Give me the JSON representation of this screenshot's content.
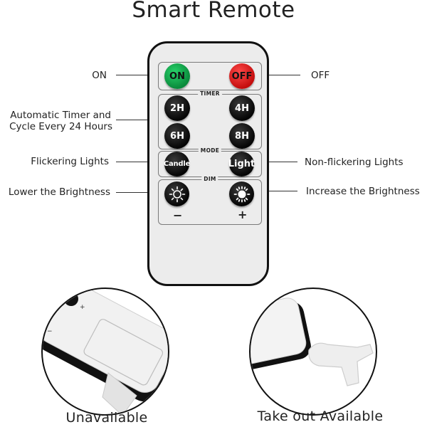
{
  "title": "Smart Remote",
  "labels": {
    "on": "ON",
    "off": "OFF",
    "timer_line1": "Automatic Timer and",
    "timer_line2": "Cycle Every 24 Hours",
    "flicker": "Flickering Lights",
    "nonflicker": "Non-flickering Lights",
    "lower": "Lower the Brightness",
    "increase": "Increase the Brightness"
  },
  "remote": {
    "power": {
      "on": "ON",
      "off": "OFF"
    },
    "timer": {
      "title": "TIMER",
      "b2h": "2H",
      "b4h": "4H",
      "b6h": "6H",
      "b8h": "8H"
    },
    "mode": {
      "title": "MODE",
      "candle": "Candle",
      "light": "Light"
    },
    "dim": {
      "title": "DIM",
      "minus": "−",
      "plus": "+"
    }
  },
  "captions": {
    "left": "Unavailable",
    "right": "Take out Available"
  },
  "colors": {
    "on_button": "#12a84c",
    "off_button": "#e21d1d",
    "buttons": "#111111",
    "remote_body": "#ececec"
  }
}
